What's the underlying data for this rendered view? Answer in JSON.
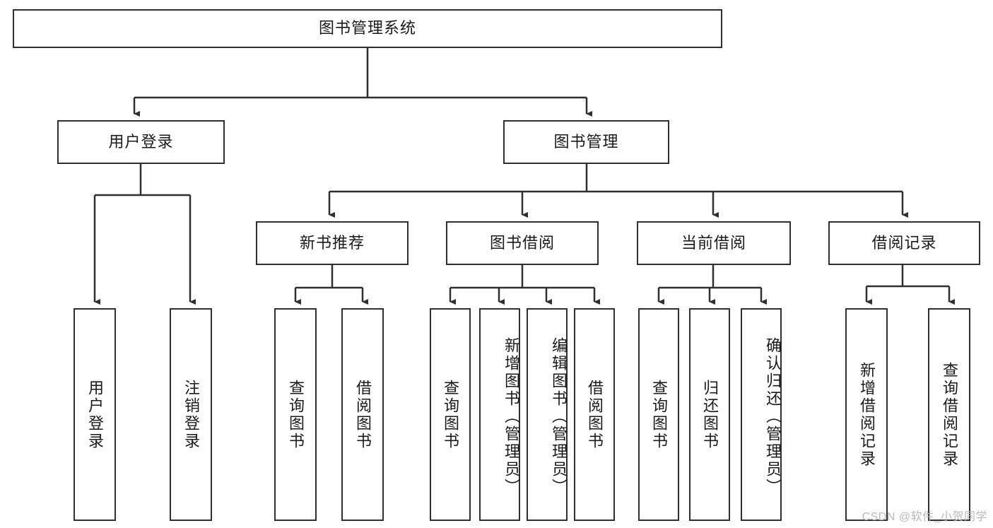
{
  "diagram": {
    "title_node": {
      "label": "图书管理系统"
    },
    "level2": [
      {
        "id": "user-login",
        "label": "用户登录"
      },
      {
        "id": "book-manage",
        "label": "图书管理"
      }
    ],
    "level3": [
      {
        "id": "new-book-recommend",
        "label": "新书推荐"
      },
      {
        "id": "book-borrow",
        "label": "图书借阅"
      },
      {
        "id": "current-borrow",
        "label": "当前借阅"
      },
      {
        "id": "borrow-record",
        "label": "借阅记录"
      }
    ],
    "leaves": [
      {
        "id": "leaf-user-login",
        "label": "用户登录"
      },
      {
        "id": "leaf-logout-login",
        "label": "注销登录"
      },
      {
        "id": "leaf-query-book-1",
        "label": "查询图书"
      },
      {
        "id": "leaf-borrow-book-1",
        "label": "借阅图书"
      },
      {
        "id": "leaf-query-book-2",
        "label": "查询图书"
      },
      {
        "id": "leaf-add-book",
        "label": "新增图书（管理员）"
      },
      {
        "id": "leaf-edit-book",
        "label": "编辑图书（管理员）"
      },
      {
        "id": "leaf-borrow-book-2",
        "label": "借阅图书"
      },
      {
        "id": "leaf-query-book-3",
        "label": "查询图书"
      },
      {
        "id": "leaf-return-book",
        "label": "归还图书"
      },
      {
        "id": "leaf-confirm-return",
        "label": "确认归还（管理员）"
      },
      {
        "id": "leaf-add-record",
        "label": "新增借阅记录"
      },
      {
        "id": "leaf-query-record",
        "label": "查询借阅记录"
      }
    ],
    "watermark": "CSDN @软件_小贺同学",
    "colors": {
      "stroke": "#2f2f2f",
      "fill": "#ffffff",
      "text": "#1a1a1a",
      "watermark": "#b9b9b9"
    }
  }
}
